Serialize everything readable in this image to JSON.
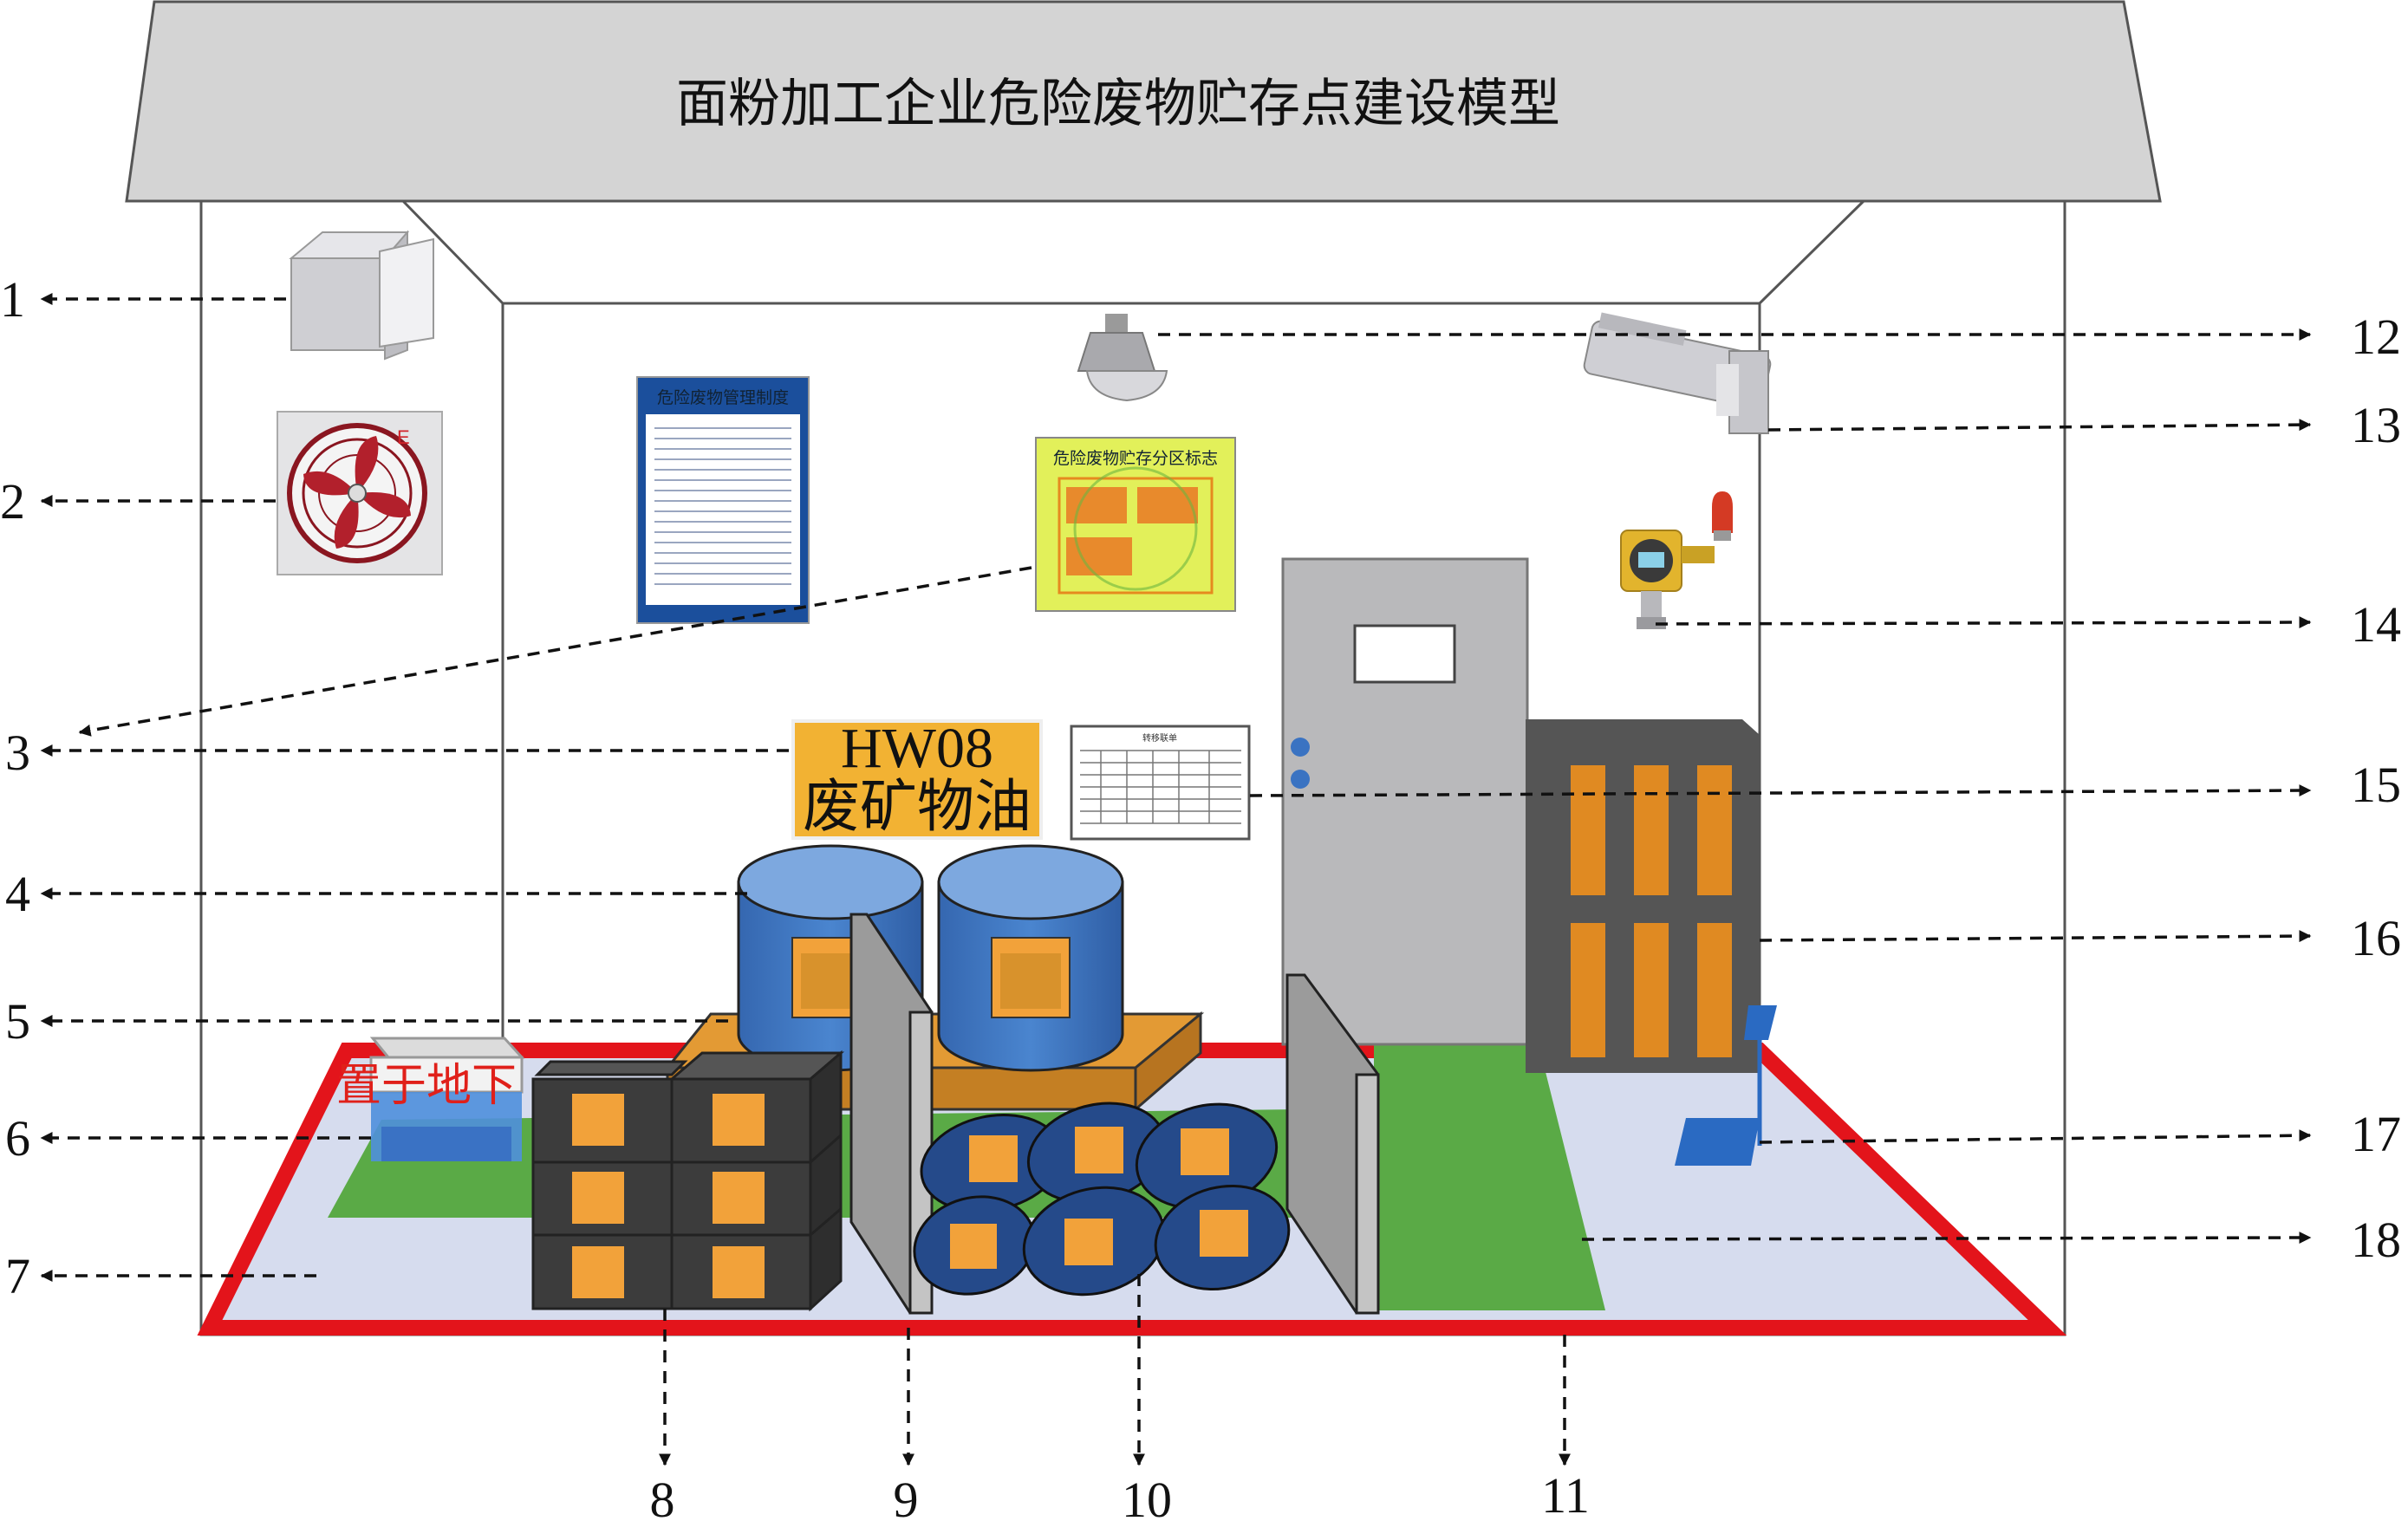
{
  "title": "面粉加工企业危险废物贮存点建设模型",
  "sign_hw08": {
    "code": "HW08",
    "name": "废矿物油"
  },
  "poster_management": {
    "title": "危险废物管理制度"
  },
  "poster_zoning": {
    "title": "危险废物贮存分区标志"
  },
  "ledger_board": {
    "title": "转移联单"
  },
  "ground_note": "置于地下",
  "callouts": [
    "1",
    "2",
    "3",
    "4",
    "5",
    "6",
    "7",
    "8",
    "9",
    "10",
    "11",
    "12",
    "13",
    "14",
    "15",
    "16",
    "17",
    "18"
  ],
  "colors": {
    "roof": "#d3d3d3",
    "red_border": "#e3141b",
    "floor": "#d6dcee",
    "green_zone": "#5aaa46",
    "drum_blue": "#3d76c2",
    "bag_blue": "#254a8a",
    "box_dark": "#444444",
    "orange_label": "#f0a23a",
    "pallet": "#e39a34",
    "cabinet": "#555555",
    "cabinet_door": "#e08a22",
    "door_grey": "#b9b9bb"
  },
  "icons": [
    "exhaust-vent-icon",
    "explosion-proof-fan-icon",
    "explosion-proof-lamp-icon",
    "surveillance-camera-icon",
    "gas-detector-alarm-icon",
    "signage-stand-icon"
  ]
}
